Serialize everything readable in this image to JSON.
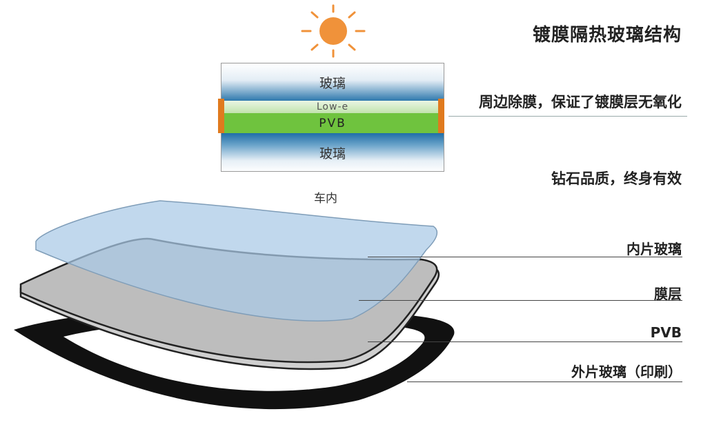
{
  "title": "镀膜隔热玻璃结构",
  "features": [
    "周边除膜，保证了镀膜层无氧化",
    "钻石品质，终身有效"
  ],
  "cross_section": {
    "top_glass": "玻璃",
    "low_e": "Low-e",
    "pvb": "PVB",
    "bottom_glass": "玻璃",
    "interior_label": "车内"
  },
  "layers": [
    "内片玻璃",
    "膜层",
    "PVB",
    "外片玻璃（印刷）"
  ],
  "colors": {
    "sun": "#f0923a",
    "glass_blue": "#2f79ad",
    "pvb_green": "#6fc33e",
    "edge_orange": "#e07a1e",
    "inner_glass": "#b9d4ea",
    "film_gray": "#c8c8c8",
    "outer_print": "#111111"
  }
}
